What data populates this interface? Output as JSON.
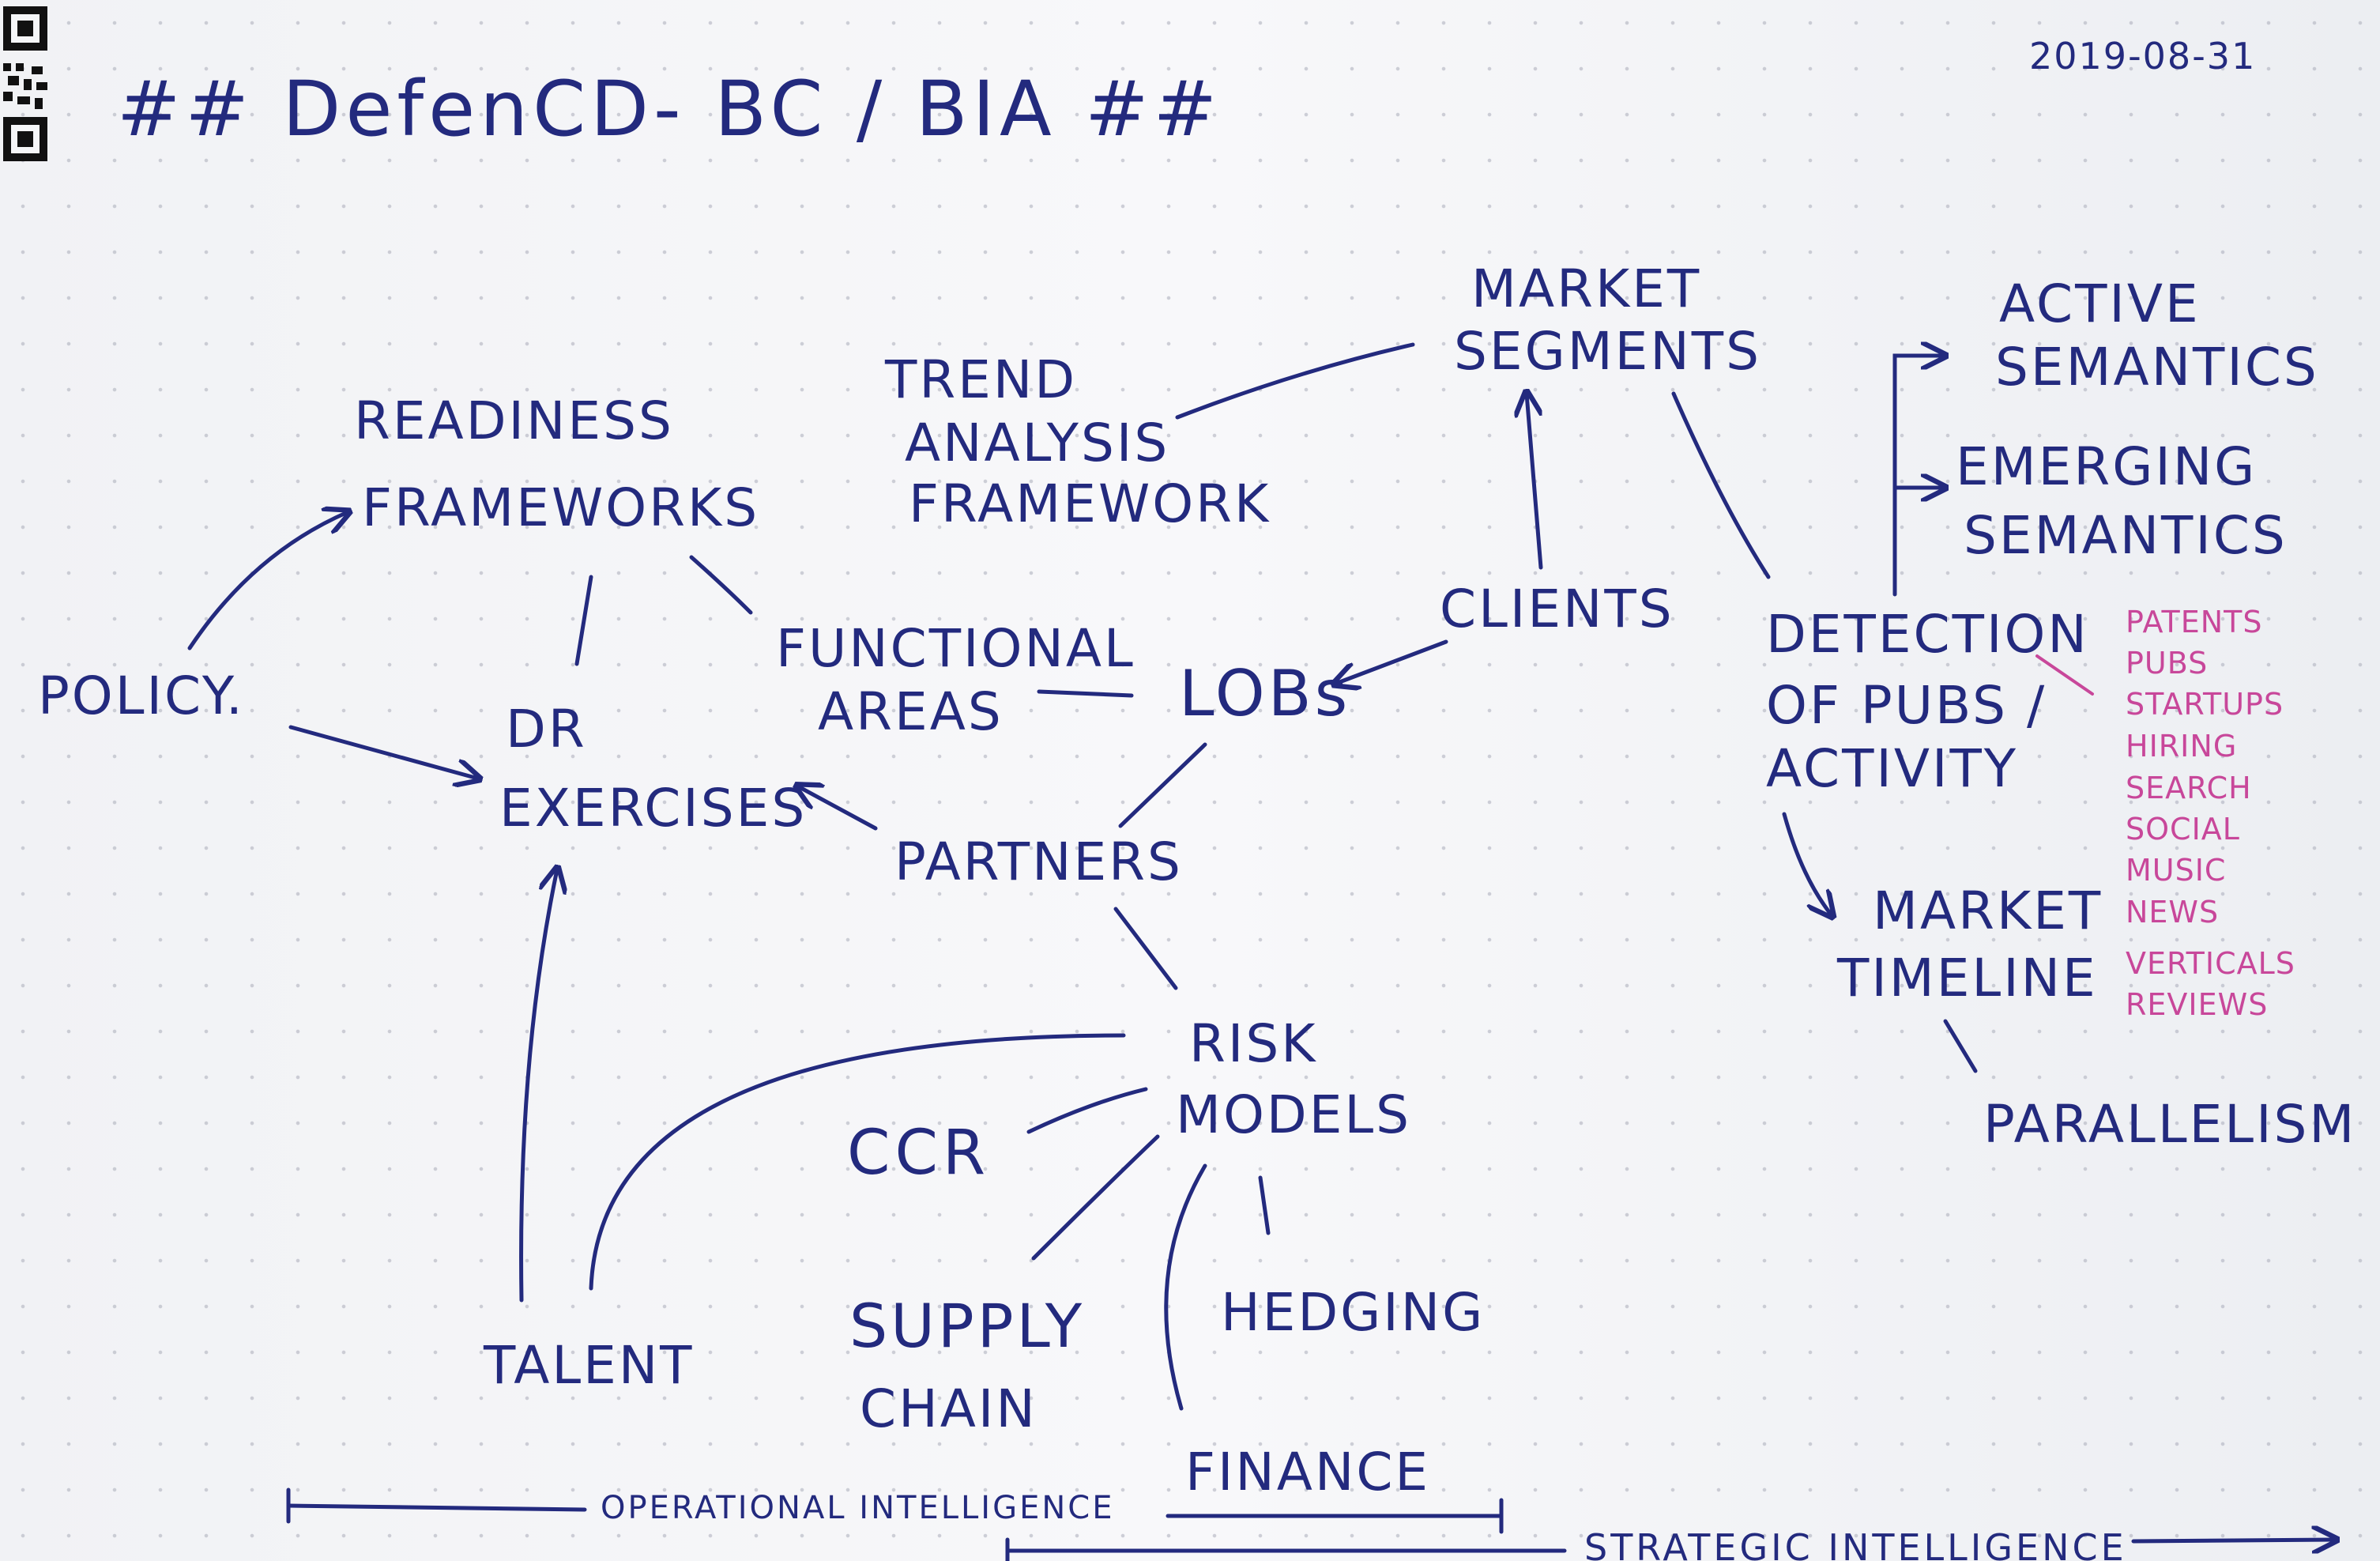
{
  "title": "## DefenCD- BC / BIA ##",
  "date": "2019-08-31",
  "nodes": {
    "policy": "POLICY.",
    "readiness_frameworks": [
      "READINESS",
      "FRAMEWORKS"
    ],
    "dr_exercises": [
      "DR",
      "EXERCISES"
    ],
    "functional_areas": [
      "FUNCTIONAL",
      "AREAS"
    ],
    "trend_analysis": [
      "TREND",
      "ANALYSIS",
      "FRAMEWORK"
    ],
    "market_segments": [
      "MARKET",
      "SEGMENTS"
    ],
    "clients": "CLIENTS",
    "lobs": "LOBs",
    "partners": "PARTNERS",
    "risk_models": [
      "RISK",
      "MODELS"
    ],
    "ccr": "CCR",
    "talent": "TALENT",
    "supply_chain": [
      "SUPPLY",
      "CHAIN"
    ],
    "hedging": "HEDGING",
    "finance": "FINANCE",
    "active_semantics": [
      "ACTIVE",
      "SEMANTICS"
    ],
    "emerging_semantics": [
      "EMERGING",
      "SEMANTICS"
    ],
    "detection": [
      "DETECTION",
      "OF PUBS /",
      "ACTIVITY"
    ],
    "market_timeline": [
      "MARKET",
      "TIMELINE"
    ],
    "parallelism": "PARALLELISM"
  },
  "detection_sources": [
    "PATENTS",
    "PUBS",
    "STARTUPS",
    "HIRING",
    "SEARCH",
    "SOCIAL",
    "MUSIC",
    "NEWS",
    "VERTICALS",
    "REVIEWS"
  ],
  "bottom_labels": {
    "operational": "OPERATIONAL INTELLIGENCE",
    "strategic": "STRATEGIC INTELLIGENCE"
  },
  "colors": {
    "ink": "#232a7e",
    "pink": "#c8479a",
    "paper": "#f5f6f8"
  }
}
